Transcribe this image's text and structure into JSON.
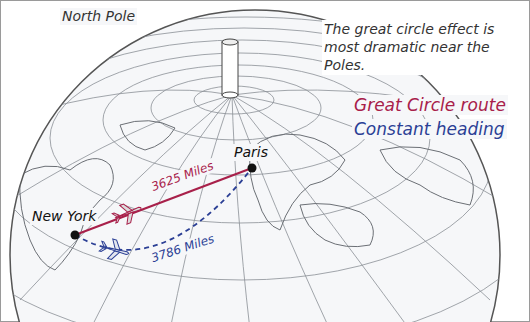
{
  "diagram": {
    "labels": [
      "North Pole",
      "The great circle effect is most dramatic near the Poles.",
      "New York",
      "Paris",
      "3625 Miles",
      "3786 Miles"
    ],
    "legend": [
      {
        "text": "Great Circle route",
        "color": "#a8204a"
      },
      {
        "text": "Constant heading",
        "color": "#2b3f95"
      }
    ]
  }
}
